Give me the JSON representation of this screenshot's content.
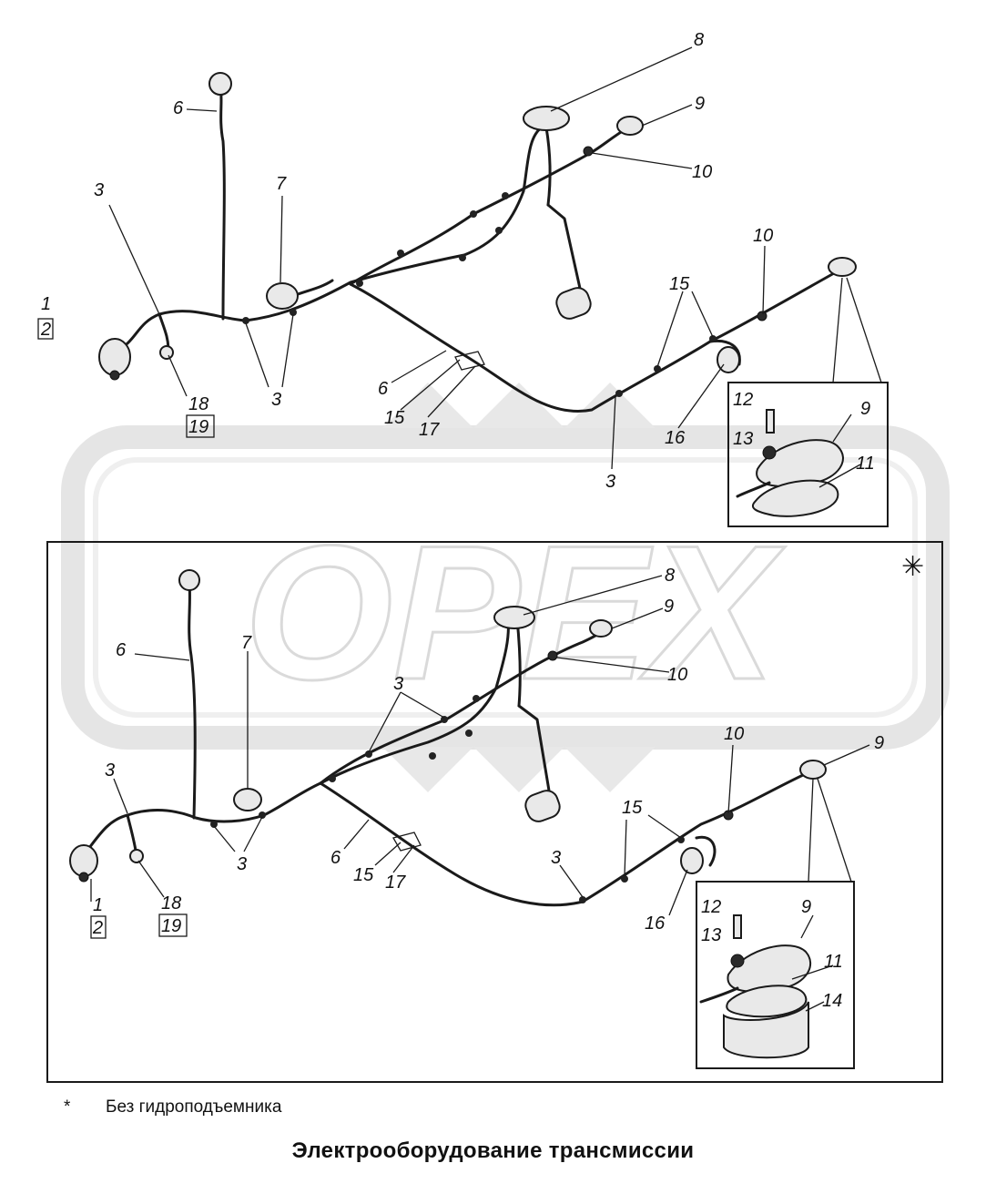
{
  "watermark": {
    "text": "OPEX"
  },
  "variant_mark": "✳",
  "top_labels": {
    "l1": "1",
    "l2": "2",
    "l3a": "3",
    "l3b": "3",
    "l3c": "3",
    "l6a": "6",
    "l6b": "6",
    "l7": "7",
    "l8": "8",
    "l9a": "9",
    "l9b": "9",
    "l10a": "10",
    "l10b": "10",
    "l11": "11",
    "l12": "12",
    "l13": "13",
    "l15a": "15",
    "l15b": "15",
    "l16": "16",
    "l17": "17",
    "l18": "18",
    "l19": "19"
  },
  "bottom_labels": {
    "l1": "1",
    "l2": "2",
    "l3a": "3",
    "l3b": "3",
    "l3c": "3",
    "l3d": "3",
    "l6a": "6",
    "l6b": "6",
    "l7": "7",
    "l8": "8",
    "l9a": "9",
    "l9b": "9",
    "l10a": "10",
    "l10b": "10",
    "l11": "11",
    "l12": "12",
    "l13": "13",
    "l14": "14",
    "l15a": "15",
    "l15b": "15",
    "l16": "16",
    "l17": "17",
    "l18": "18",
    "l19": "19"
  },
  "footnote": {
    "mark": "*",
    "text": "Без гидроподъемника"
  },
  "title": "Электрооборудование трансмиссии"
}
